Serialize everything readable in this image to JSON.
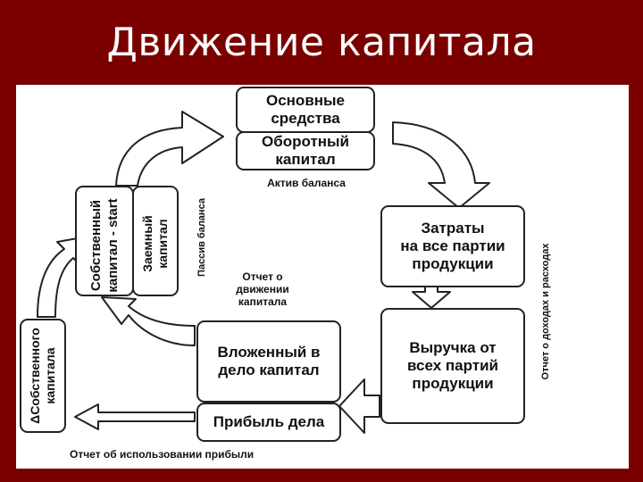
{
  "title": "Движение капитала",
  "boxes": {
    "fixed_assets": "Основные\nсредства",
    "working_capital": "Оборотный\nкапитал",
    "costs": "Затраты\nна все партии\nпродукции",
    "revenue": "Выручка от\nвсех партий\nпродукции",
    "invested_capital": "Вложенный в\nдело капитал",
    "business_profit": "Прибыль дела",
    "own_capital": "Собственный\nкапитал - start",
    "borrowed_capital": "Заемный\nкапитал",
    "delta_own_capital": "ΔСобственного\nкапитала"
  },
  "labels": {
    "balance_assets": "Актив баланса",
    "balance_liabilities": "Пассив баланса",
    "capital_movement_report": "Отчет о\nдвижении\nкапитала",
    "income_expense_report": "Отчет о доходах и расходах",
    "profit_use_report": "Отчет об использовании прибыли"
  }
}
